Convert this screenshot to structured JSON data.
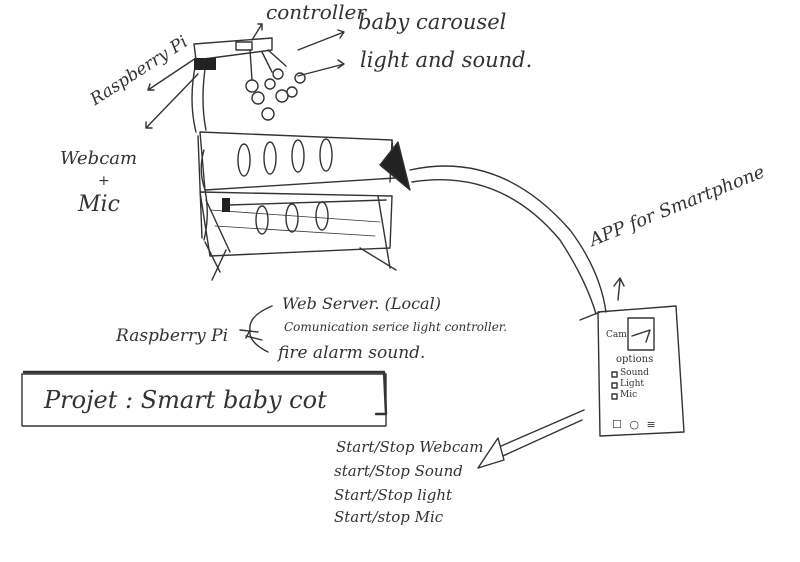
{
  "labels": {
    "controller": "controller",
    "baby_carousel": "baby carousel",
    "light_and_sound": "light and sound.",
    "raspberry_pi_top": "Raspberry Pi",
    "webcam": "Webcam",
    "plus": "+",
    "mic": "Mic",
    "app_for_smartphone": "APP for Smartphone",
    "raspberry_pi": "Raspberry Pi",
    "web_server": "Web Server. (Local)",
    "communication_service": "Comunication serice light controller.",
    "fire_alarm_sound": "fire alarm sound.",
    "project_title": "Projet : Smart baby cot"
  },
  "phone": {
    "cam_label": "Cam",
    "options_label": "options",
    "options": [
      "Sound",
      "Light",
      "Mic"
    ],
    "buttons": "☐ ○ ≡"
  },
  "commands": [
    "Start/Stop Webcam",
    "start/Stop Sound",
    "Start/Stop light",
    "Start/stop Mic"
  ]
}
